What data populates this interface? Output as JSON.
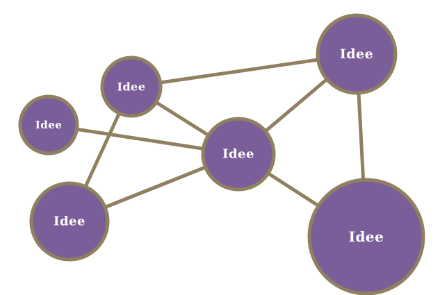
{
  "colors": {
    "node_fill": "#7a5e9a",
    "node_stroke": "#8f8160",
    "edge": "#8f8160",
    "label": "#ffffff",
    "background": "#ffffff"
  },
  "nodes": [
    {
      "id": "n1",
      "label": "Idee"
    },
    {
      "id": "n2",
      "label": "Idee"
    },
    {
      "id": "n3",
      "label": "Idee"
    },
    {
      "id": "n4",
      "label": "Idee"
    },
    {
      "id": "n5",
      "label": "Idee"
    },
    {
      "id": "n6",
      "label": "Idee"
    },
    {
      "id": "n7",
      "label": "Idee"
    }
  ],
  "edges": [
    {
      "from": "n1",
      "to": "n2"
    },
    {
      "from": "n1",
      "to": "n4"
    },
    {
      "from": "n1",
      "to": "n5"
    },
    {
      "from": "n2",
      "to": "n4"
    },
    {
      "from": "n2",
      "to": "n7"
    },
    {
      "from": "n3",
      "to": "n4"
    },
    {
      "from": "n4",
      "to": "n5"
    },
    {
      "from": "n4",
      "to": "n7"
    },
    {
      "from": "n6",
      "to": "n4"
    }
  ]
}
